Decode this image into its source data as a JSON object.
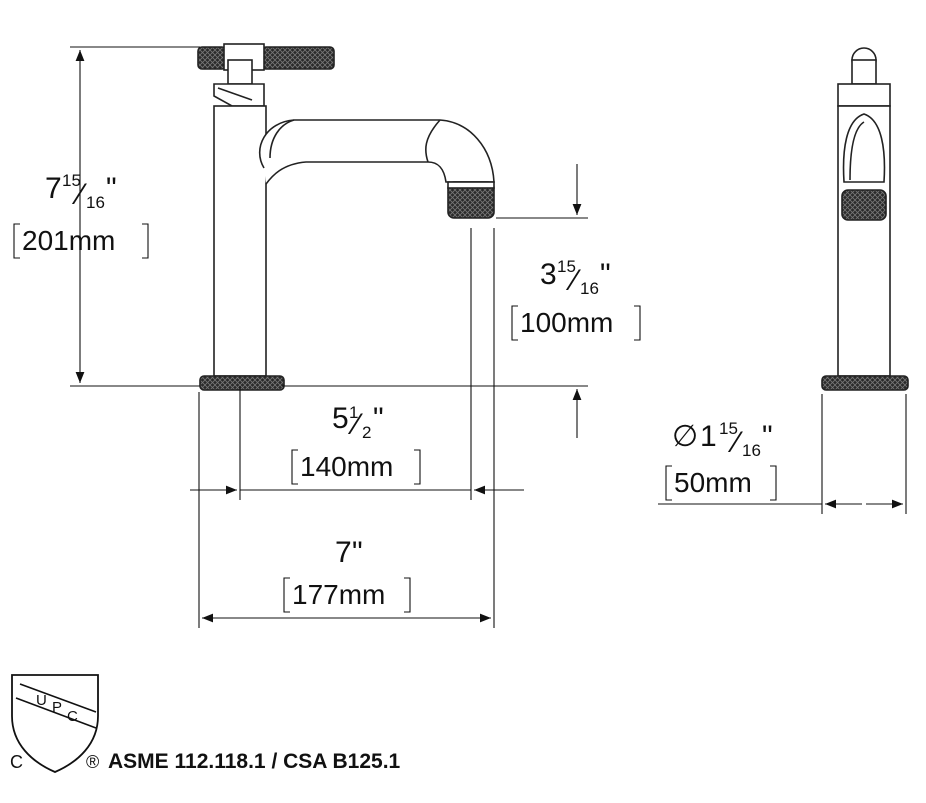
{
  "dimensions": {
    "height": {
      "whole": "7",
      "num": "15",
      "den": "16",
      "metric": "201mm"
    },
    "spout_height": {
      "whole": "3",
      "num": "15",
      "den": "16",
      "metric": "100mm"
    },
    "spout_reach": {
      "whole": "5",
      "num": "1",
      "den": "2",
      "metric": "140mm"
    },
    "overall_depth": {
      "whole": "7",
      "metric": "177mm"
    },
    "base_diameter": {
      "symbol": "∅",
      "whole": "1",
      "num": "15",
      "den": "16",
      "metric": "50mm"
    }
  },
  "certification": {
    "upc_letters": [
      "U",
      "P",
      "C"
    ],
    "c_mark": "C",
    "registered": "®",
    "standards": "ASME 112.118.1 / CSA B125.1"
  }
}
